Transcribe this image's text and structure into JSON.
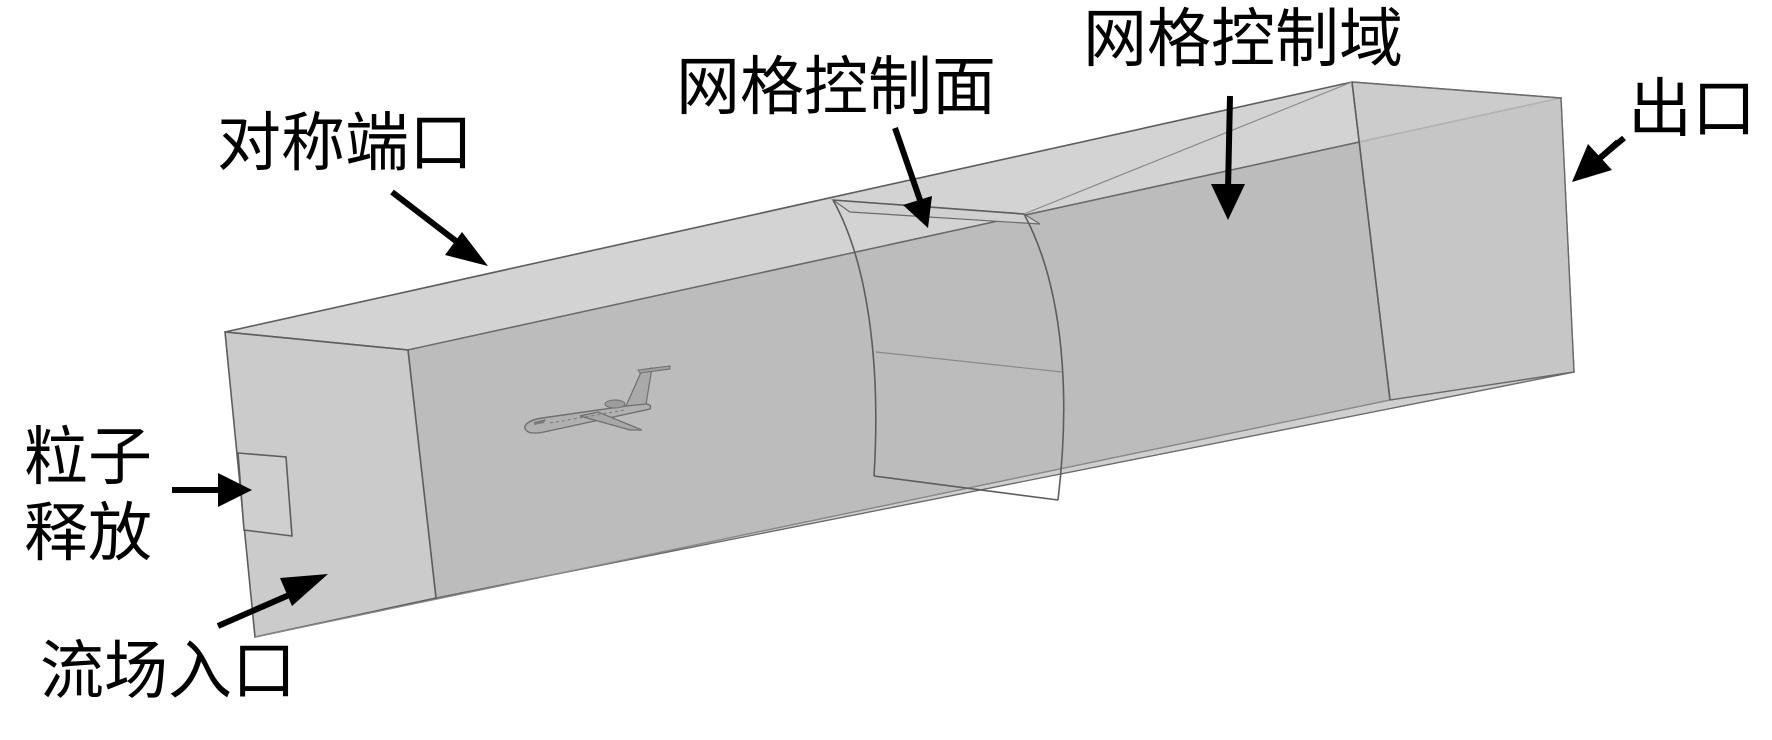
{
  "labels": {
    "symmetric_port": "对称端口",
    "mesh_control_surface": "网格控制面",
    "mesh_control_domain": "网格控制域",
    "outlet": "出口",
    "particle_release_line1": "粒子",
    "particle_release_line2": "释放",
    "flow_inlet": "流场入口"
  },
  "colors": {
    "box_face_front": "#c7c7c7",
    "box_face_top": "#d2d2d2",
    "box_face_inner": "#bababa",
    "box_edge": "#5d5d5d",
    "arrow": "#000000",
    "aircraft": "#8f8f8f"
  }
}
